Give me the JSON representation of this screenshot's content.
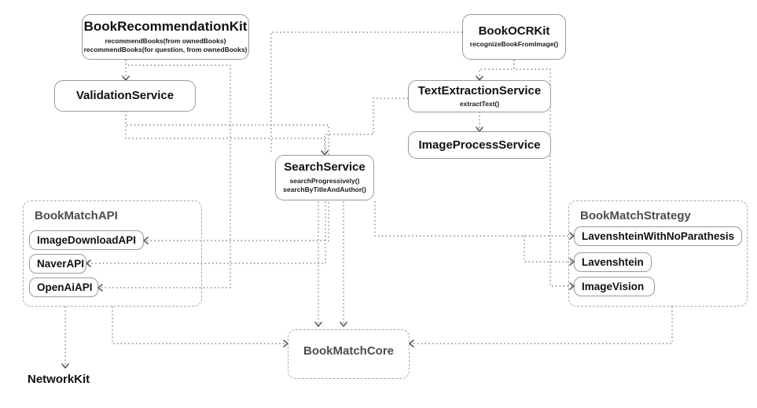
{
  "diagram": {
    "title": "BookMatch module dependency diagram",
    "background": "#ffffff",
    "edge_color": "#8c8c8c",
    "node_border_color": "#9a9a9a",
    "group_title_color": "#4d4d4d",
    "text_color": "#111111"
  },
  "nodes": {
    "book_recommendation_kit": {
      "title": "BookRecommendationKit",
      "methods": [
        "recommendBooks(from ownedBooks)",
        "recommendBooks(for question, from ownedBooks)"
      ]
    },
    "book_ocr_kit": {
      "title": "BookOCRKit",
      "methods": [
        "recognizeBookFromImage()"
      ]
    },
    "validation_service": {
      "title": "ValidationService",
      "methods": []
    },
    "text_extraction_service": {
      "title": "TextExtractionService",
      "methods": [
        "extractText()"
      ]
    },
    "image_process_service": {
      "title": "ImageProcessService",
      "methods": []
    },
    "search_service": {
      "title": "SearchService",
      "methods": [
        "searchProgressively()",
        "searchByTitleAndAuthor()"
      ]
    },
    "network_kit": {
      "title": "NetworkKit"
    }
  },
  "groups": {
    "book_match_api": {
      "title": "BookMatchAPI",
      "members": [
        {
          "title": "ImageDownloadAPI"
        },
        {
          "title": "NaverAPI"
        },
        {
          "title": "OpenAiAPI"
        }
      ]
    },
    "book_match_strategy": {
      "title": "BookMatchStrategy",
      "members": [
        {
          "title": "LavenshteinWithNoParathesis"
        },
        {
          "title": "Lavenshtein"
        },
        {
          "title": "ImageVision"
        }
      ]
    },
    "book_match_core": {
      "title": "BookMatchCore",
      "members": []
    }
  },
  "edges": [
    {
      "from": "BookRecommendationKit",
      "to": "ValidationService"
    },
    {
      "from": "BookRecommendationKit",
      "to": "SearchService"
    },
    {
      "from": "BookRecommendationKit",
      "to": "OpenAiAPI"
    },
    {
      "from": "ValidationService",
      "to": "NaverAPI"
    },
    {
      "from": "ValidationService",
      "to": "ImageDownloadAPI"
    },
    {
      "from": "BookOCRKit",
      "to": "TextExtractionService"
    },
    {
      "from": "BookOCRKit",
      "to": "ImageVision"
    },
    {
      "from": "TextExtractionService",
      "to": "ImageProcessService"
    },
    {
      "from": "TextExtractionService",
      "to": "SearchService"
    },
    {
      "from": "SearchService",
      "to": "BookMatchCore"
    },
    {
      "from": "SearchService",
      "to": "LavenshteinWithNoParathesis"
    },
    {
      "from": "SearchService",
      "to": "Lavenshtein"
    },
    {
      "from": "BookMatchAPI",
      "to": "BookMatchCore"
    },
    {
      "from": "BookMatchAPI",
      "to": "NetworkKit"
    },
    {
      "from": "BookMatchStrategy",
      "to": "BookMatchCore"
    }
  ]
}
